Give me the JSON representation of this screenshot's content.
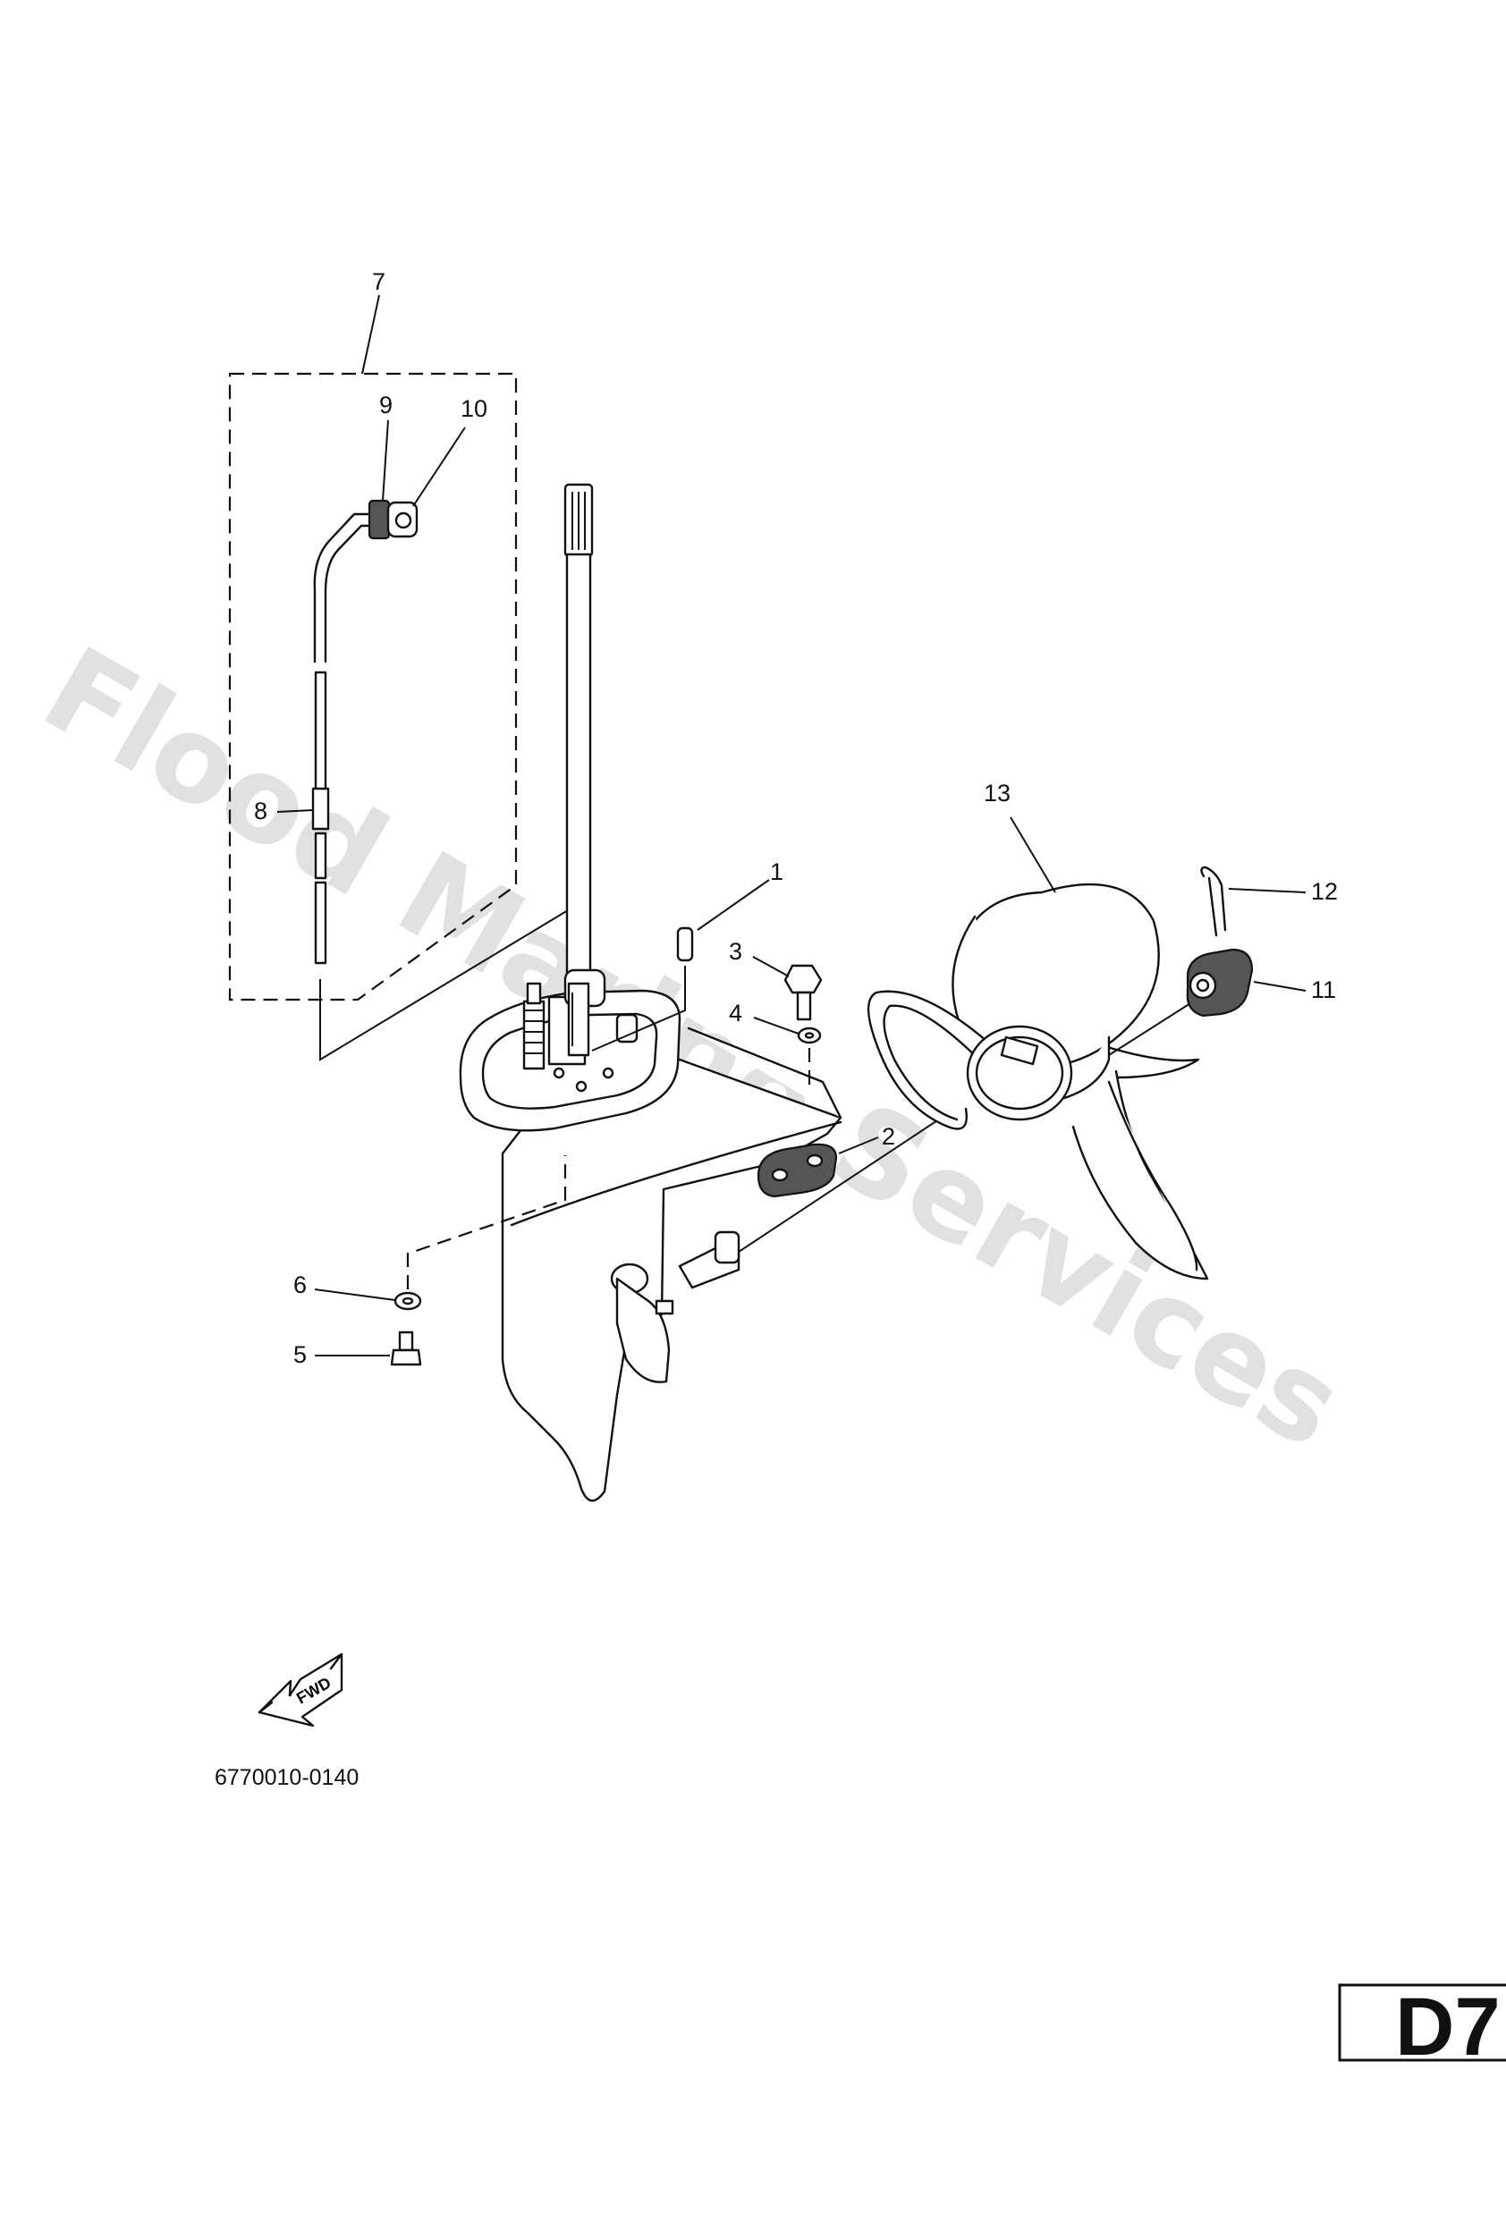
{
  "watermark": "Flood Marine Services",
  "diagram_code": "6770010-0140",
  "fwd_label": "FWD",
  "page_ref": "D7",
  "callouts": {
    "c1": "1",
    "c2": "2",
    "c3": "3",
    "c4": "4",
    "c5": "5",
    "c6": "6",
    "c7": "7",
    "c8": "8",
    "c9": "9",
    "c10": "10",
    "c11": "11",
    "c12": "12",
    "c13": "13"
  }
}
